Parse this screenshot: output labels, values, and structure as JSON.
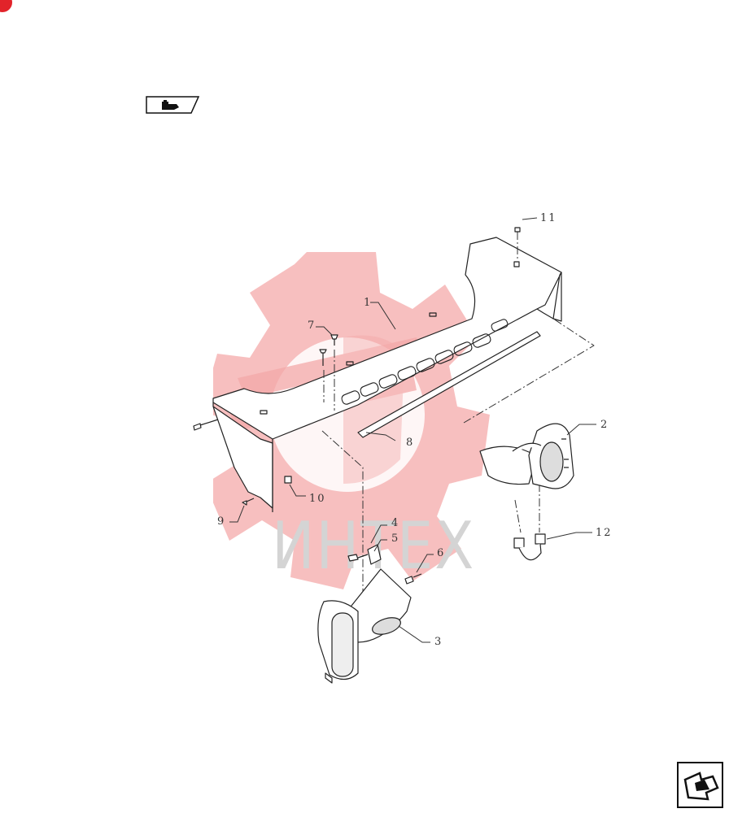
{
  "watermark": {
    "text": "ИНТЕХ",
    "color": "#f4a9a9"
  },
  "brand_badge_color": "#e2232a",
  "callouts": {
    "c1": "1",
    "c2": "2",
    "c3": "3",
    "c4": "4",
    "c5": "5",
    "c6": "6",
    "c7": "7",
    "c8": "8",
    "c9": "9",
    "c10": "10",
    "c11": "11",
    "c12": "12"
  },
  "icons": {
    "reference": "hand-pointing-reference-icon",
    "next": "next-page-arrow-icon"
  }
}
